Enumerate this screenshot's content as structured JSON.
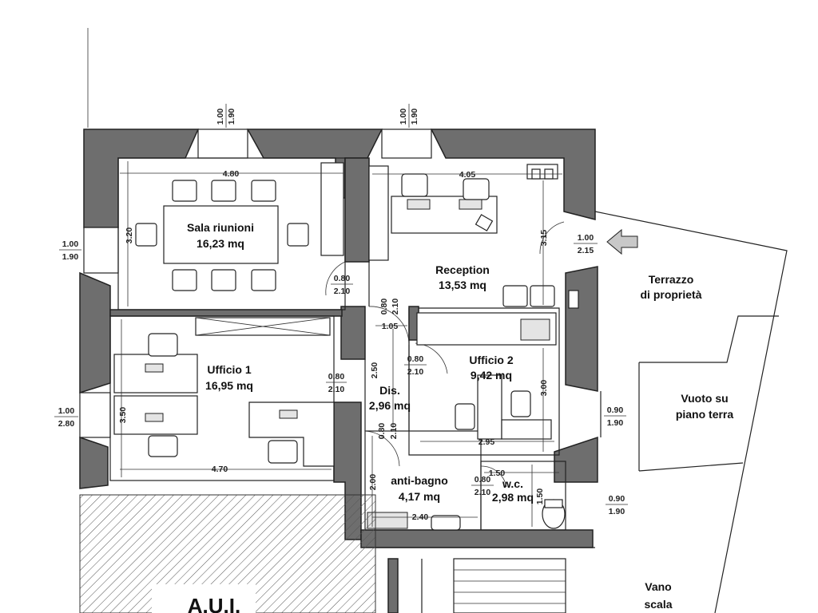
{
  "rooms": {
    "sala_riunioni": {
      "name": "Sala riunioni",
      "area": "16,23 mq"
    },
    "reception": {
      "name": "Reception",
      "area": "13,53 mq"
    },
    "ufficio1": {
      "name": "Ufficio 1",
      "area": "16,95 mq"
    },
    "ufficio2": {
      "name": "Ufficio 2",
      "area": "9,42 mq"
    },
    "dis": {
      "name": "Dis.",
      "area": "2,96 mq"
    },
    "anti_bagno": {
      "name": "anti-bagno",
      "area": "4,17 mq"
    },
    "wc": {
      "name": "w.c.",
      "area": "2,98 mq"
    }
  },
  "exterior": {
    "terrazzo_line1": "Terrazzo",
    "terrazzo_line2": "di proprietà",
    "vuoto_line1": "Vuoto su",
    "vuoto_line2": "piano terra",
    "vano_line1": "Vano",
    "vano_line2": "scala",
    "aui": "A.U.I."
  },
  "dimensions": {
    "sala_width": "4.80",
    "sala_height": "3.20",
    "reception_width": "4.05",
    "reception_height": "3.15",
    "ufficio1_width": "4.70",
    "ufficio1_height": "3.50",
    "ufficio2_width": "2.95",
    "ufficio2_height": "3.00",
    "dis_width": "1.05",
    "dis_height": "2.50",
    "antibagno_width": "2.40",
    "antibagno_height": "2.00",
    "wc_width": "1.50",
    "wc_height": "1.50"
  },
  "openings": {
    "win_top_left": [
      "1.00",
      "1.90"
    ],
    "win_top_mid": [
      "1.00",
      "1.90"
    ],
    "win_left_sala": [
      "1.00",
      "1.90"
    ],
    "win_left_uff1": [
      "1.00",
      "2.80"
    ],
    "entrance": [
      "1.00",
      "2.15"
    ],
    "door_sala": [
      "0.80",
      "2.10"
    ],
    "door_reception_v": [
      "0.80",
      "2.10"
    ],
    "door_uff1": [
      "0.80",
      "2.10"
    ],
    "door_uff2": [
      "0.80",
      "2.10"
    ],
    "door_antibagno": [
      "0.80",
      "2.10"
    ],
    "door_wc": [
      "0.80",
      "2.10"
    ],
    "win_right_uff2": [
      "0.90",
      "1.90"
    ],
    "win_right_wc": [
      "0.90",
      "1.90"
    ]
  }
}
